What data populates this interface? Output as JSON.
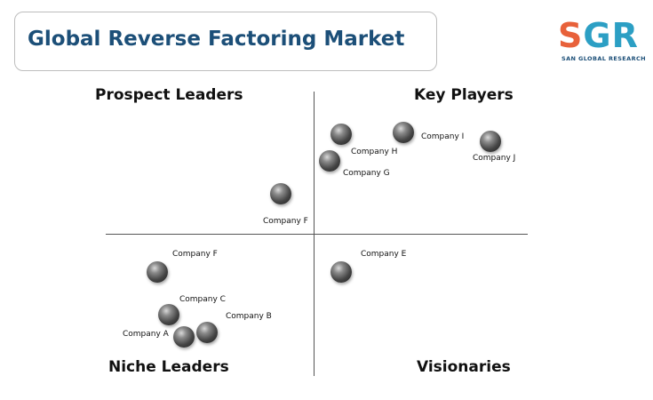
{
  "header": {
    "title": "Global Reverse Factoring Market"
  },
  "logo": {
    "letters_s": "S",
    "letters_rest": "GR",
    "tagline": "SAN GLOBAL RESEARCH"
  },
  "quadrants": {
    "top_left": "Prospect Leaders",
    "top_right": "Key Players",
    "bottom_left": "Niche Leaders",
    "bottom_right": "Visionaries"
  },
  "companies": [
    {
      "label": "Company H"
    },
    {
      "label": "Company I"
    },
    {
      "label": "Company J"
    },
    {
      "label": "Company G"
    },
    {
      "label": "Company F"
    },
    {
      "label": "Company F"
    },
    {
      "label": "Company E"
    },
    {
      "label": "Company C"
    },
    {
      "label": "Company B"
    },
    {
      "label": "Company A"
    }
  ]
}
